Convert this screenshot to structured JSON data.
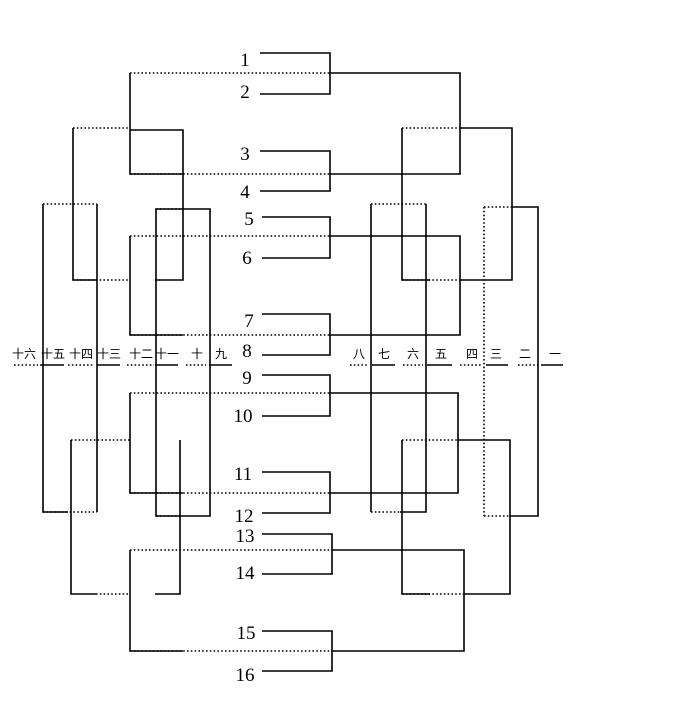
{
  "team_numbers": [
    "1",
    "2",
    "3",
    "4",
    "5",
    "6",
    "7",
    "8",
    "9",
    "10",
    "11",
    "12",
    "13",
    "14",
    "15",
    "16"
  ],
  "round_labels_left": [
    "十六",
    "十五",
    "十四",
    "十三",
    "十二",
    "十一",
    "十",
    "九"
  ],
  "round_labels_right": [
    "八",
    "七",
    "六",
    "五",
    "四",
    "三",
    "二",
    "一"
  ]
}
